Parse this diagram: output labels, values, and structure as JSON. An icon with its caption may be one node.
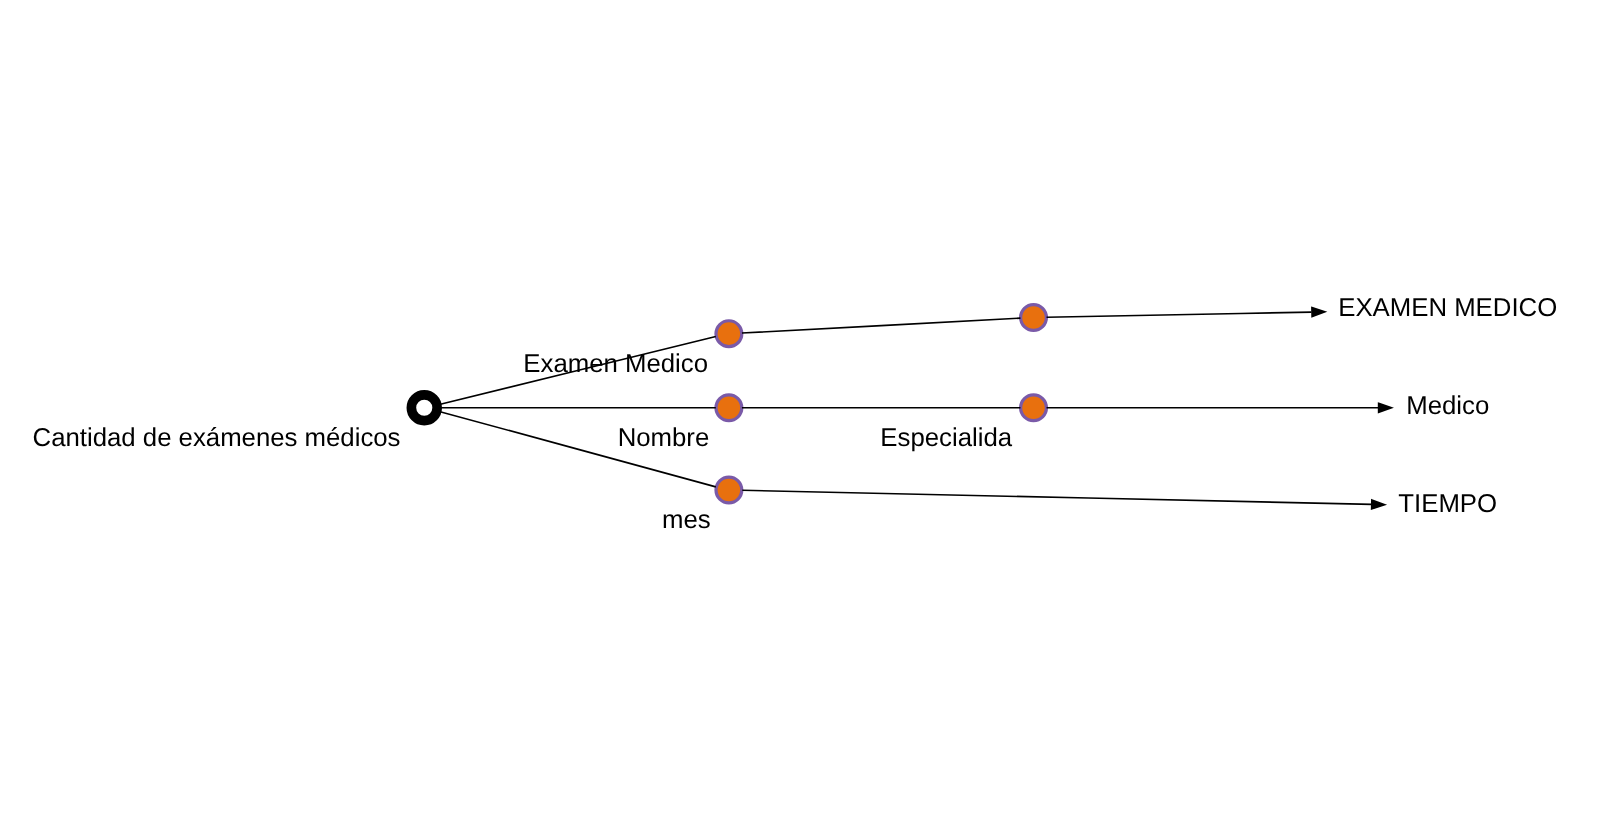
{
  "diagram": {
    "nodes": [
      {
        "text": [],
        "shape": "circle",
        "beside": [
          "Cantidad de exámenes médicos"
        ]
      },
      {
        "text": [],
        "shape": "circle",
        "beside": [
          "Examen Medico"
        ]
      },
      {
        "text": [],
        "shape": "circle"
      },
      {
        "text": [
          "EXAMEN MEDICO"
        ]
      },
      {
        "text": [],
        "shape": "circle",
        "beside": [
          "Nombre"
        ]
      },
      {
        "text": [],
        "shape": "circle",
        "beside": [
          "Especialida"
        ]
      },
      {
        "text": [
          "Medico"
        ]
      },
      {
        "text": [],
        "shape": "circle",
        "beside": [
          "mes"
        ]
      },
      {
        "text": [
          "TIEMPO"
        ]
      }
    ],
    "edges": [
      {
        "from": 0,
        "to": 1,
        "arrow": "none"
      },
      {
        "from": 1,
        "to": 2,
        "arrow": "none"
      },
      {
        "from": 2,
        "to": 3,
        "arrow": "to"
      },
      {
        "from": 0,
        "to": 4,
        "arrow": "none"
      },
      {
        "from": 4,
        "to": 5,
        "arrow": "none"
      },
      {
        "from": 5,
        "to": 6,
        "arrow": "to"
      },
      {
        "from": 0,
        "to": 7,
        "arrow": "none"
      },
      {
        "from": 7,
        "to": 8,
        "arrow": "to"
      }
    ]
  }
}
